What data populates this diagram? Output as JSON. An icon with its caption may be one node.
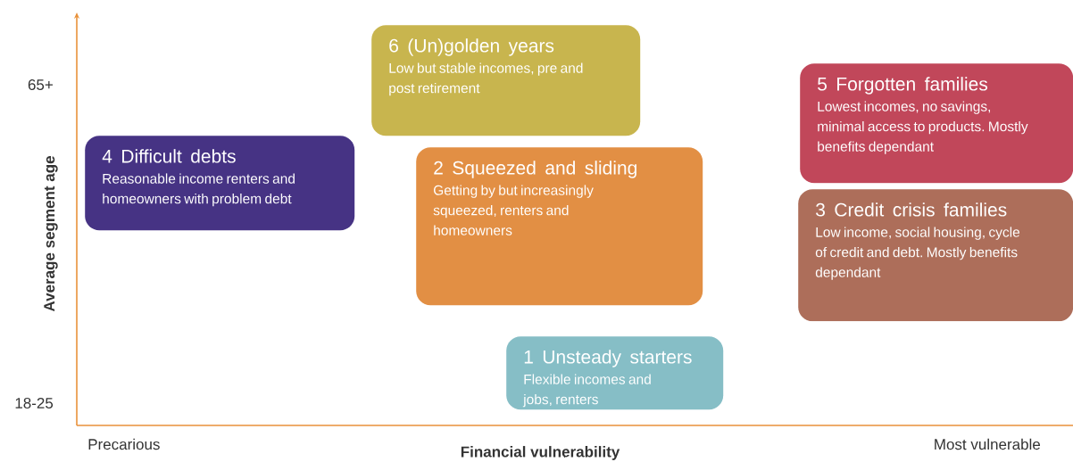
{
  "diagram": {
    "nodes": [
      {
        "text": [
          "6 (Un)golden years",
          "Low but stable incomes, pre and post retirement"
        ]
      },
      {
        "text": [
          "5 Forgotten families",
          "Lowest incomes, no savings, minimal access to products. Mostly benefits dependant"
        ]
      },
      {
        "text": [
          "4 Difficult debts",
          "Reasonable income renters and homeowners with problem debt"
        ]
      },
      {
        "text": [
          "2 Squeezed and sliding",
          "Getting by but increasingly squeezed, renters and homeowners"
        ]
      },
      {
        "text": [
          "3 Credit crisis families",
          "Low income, social housing, cycle of credit and debt. Mostly benefits dependant"
        ]
      },
      {
        "text": [
          "1 Unsteady starters",
          "Flexible incomes and jobs, renters"
        ]
      }
    ],
    "labels": [
      "65+",
      "Average segment age",
      "18-25",
      "Precarious",
      "Financial vulnerability",
      "Most vulnerable"
    ]
  }
}
